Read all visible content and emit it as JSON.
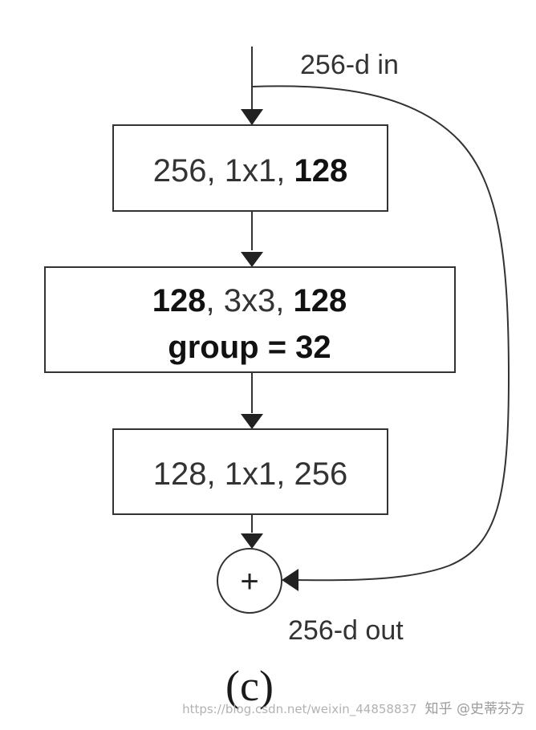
{
  "diagram": {
    "input_label": "256-d in",
    "output_label": "256-d out",
    "caption": "(c)",
    "blocks": [
      {
        "line1": {
          "in": "256",
          "sep1": ", ",
          "kernel": "1x1",
          "sep2": ", ",
          "out": "128"
        }
      },
      {
        "line1": {
          "in": "128",
          "sep1": ", ",
          "kernel": "3x3",
          "sep2": ", ",
          "out": "128"
        },
        "line2": "group = 32"
      },
      {
        "line1": {
          "in": "128",
          "sep1": ", ",
          "kernel": "1x1",
          "sep2": ", ",
          "out": "256"
        }
      }
    ],
    "sum_symbol": "+"
  },
  "watermark": {
    "url": "https://blog.csdn.net/weixin_44858837",
    "brand": "知乎 @史蒂芬方"
  },
  "colors": {
    "stroke": "#333333",
    "arrowhead": "#222222",
    "background": "#ffffff"
  }
}
